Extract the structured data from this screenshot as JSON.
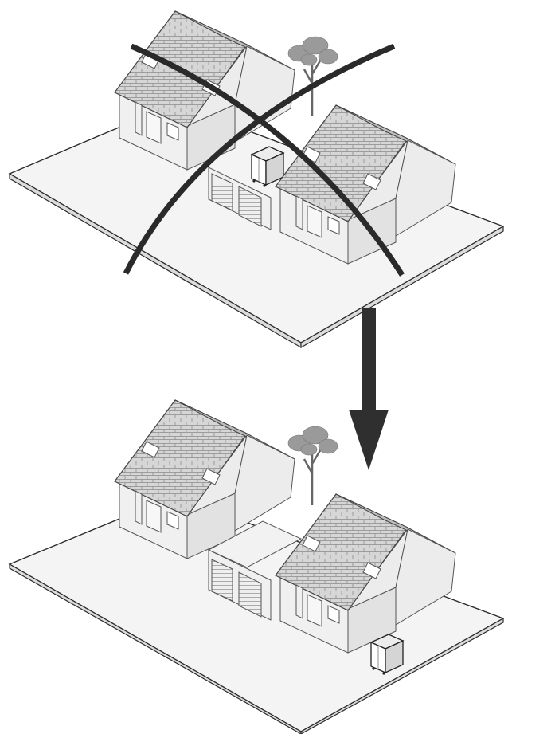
{
  "figure": {
    "panels": [
      {
        "id": "before",
        "state": "unit placed between houses, crossed out"
      },
      {
        "id": "after",
        "state": "unit placed beside house"
      }
    ],
    "colors": {
      "line": "#2b2b2b",
      "roof": "#cfcfcf",
      "plate": "#f4f4f4",
      "cross": "#2a2a2a",
      "arrow": "#2f2f2f"
    },
    "icons": [
      "cross-mark-icon",
      "arrow-down-icon",
      "tree-icon",
      "outdoor-unit-icon"
    ]
  }
}
